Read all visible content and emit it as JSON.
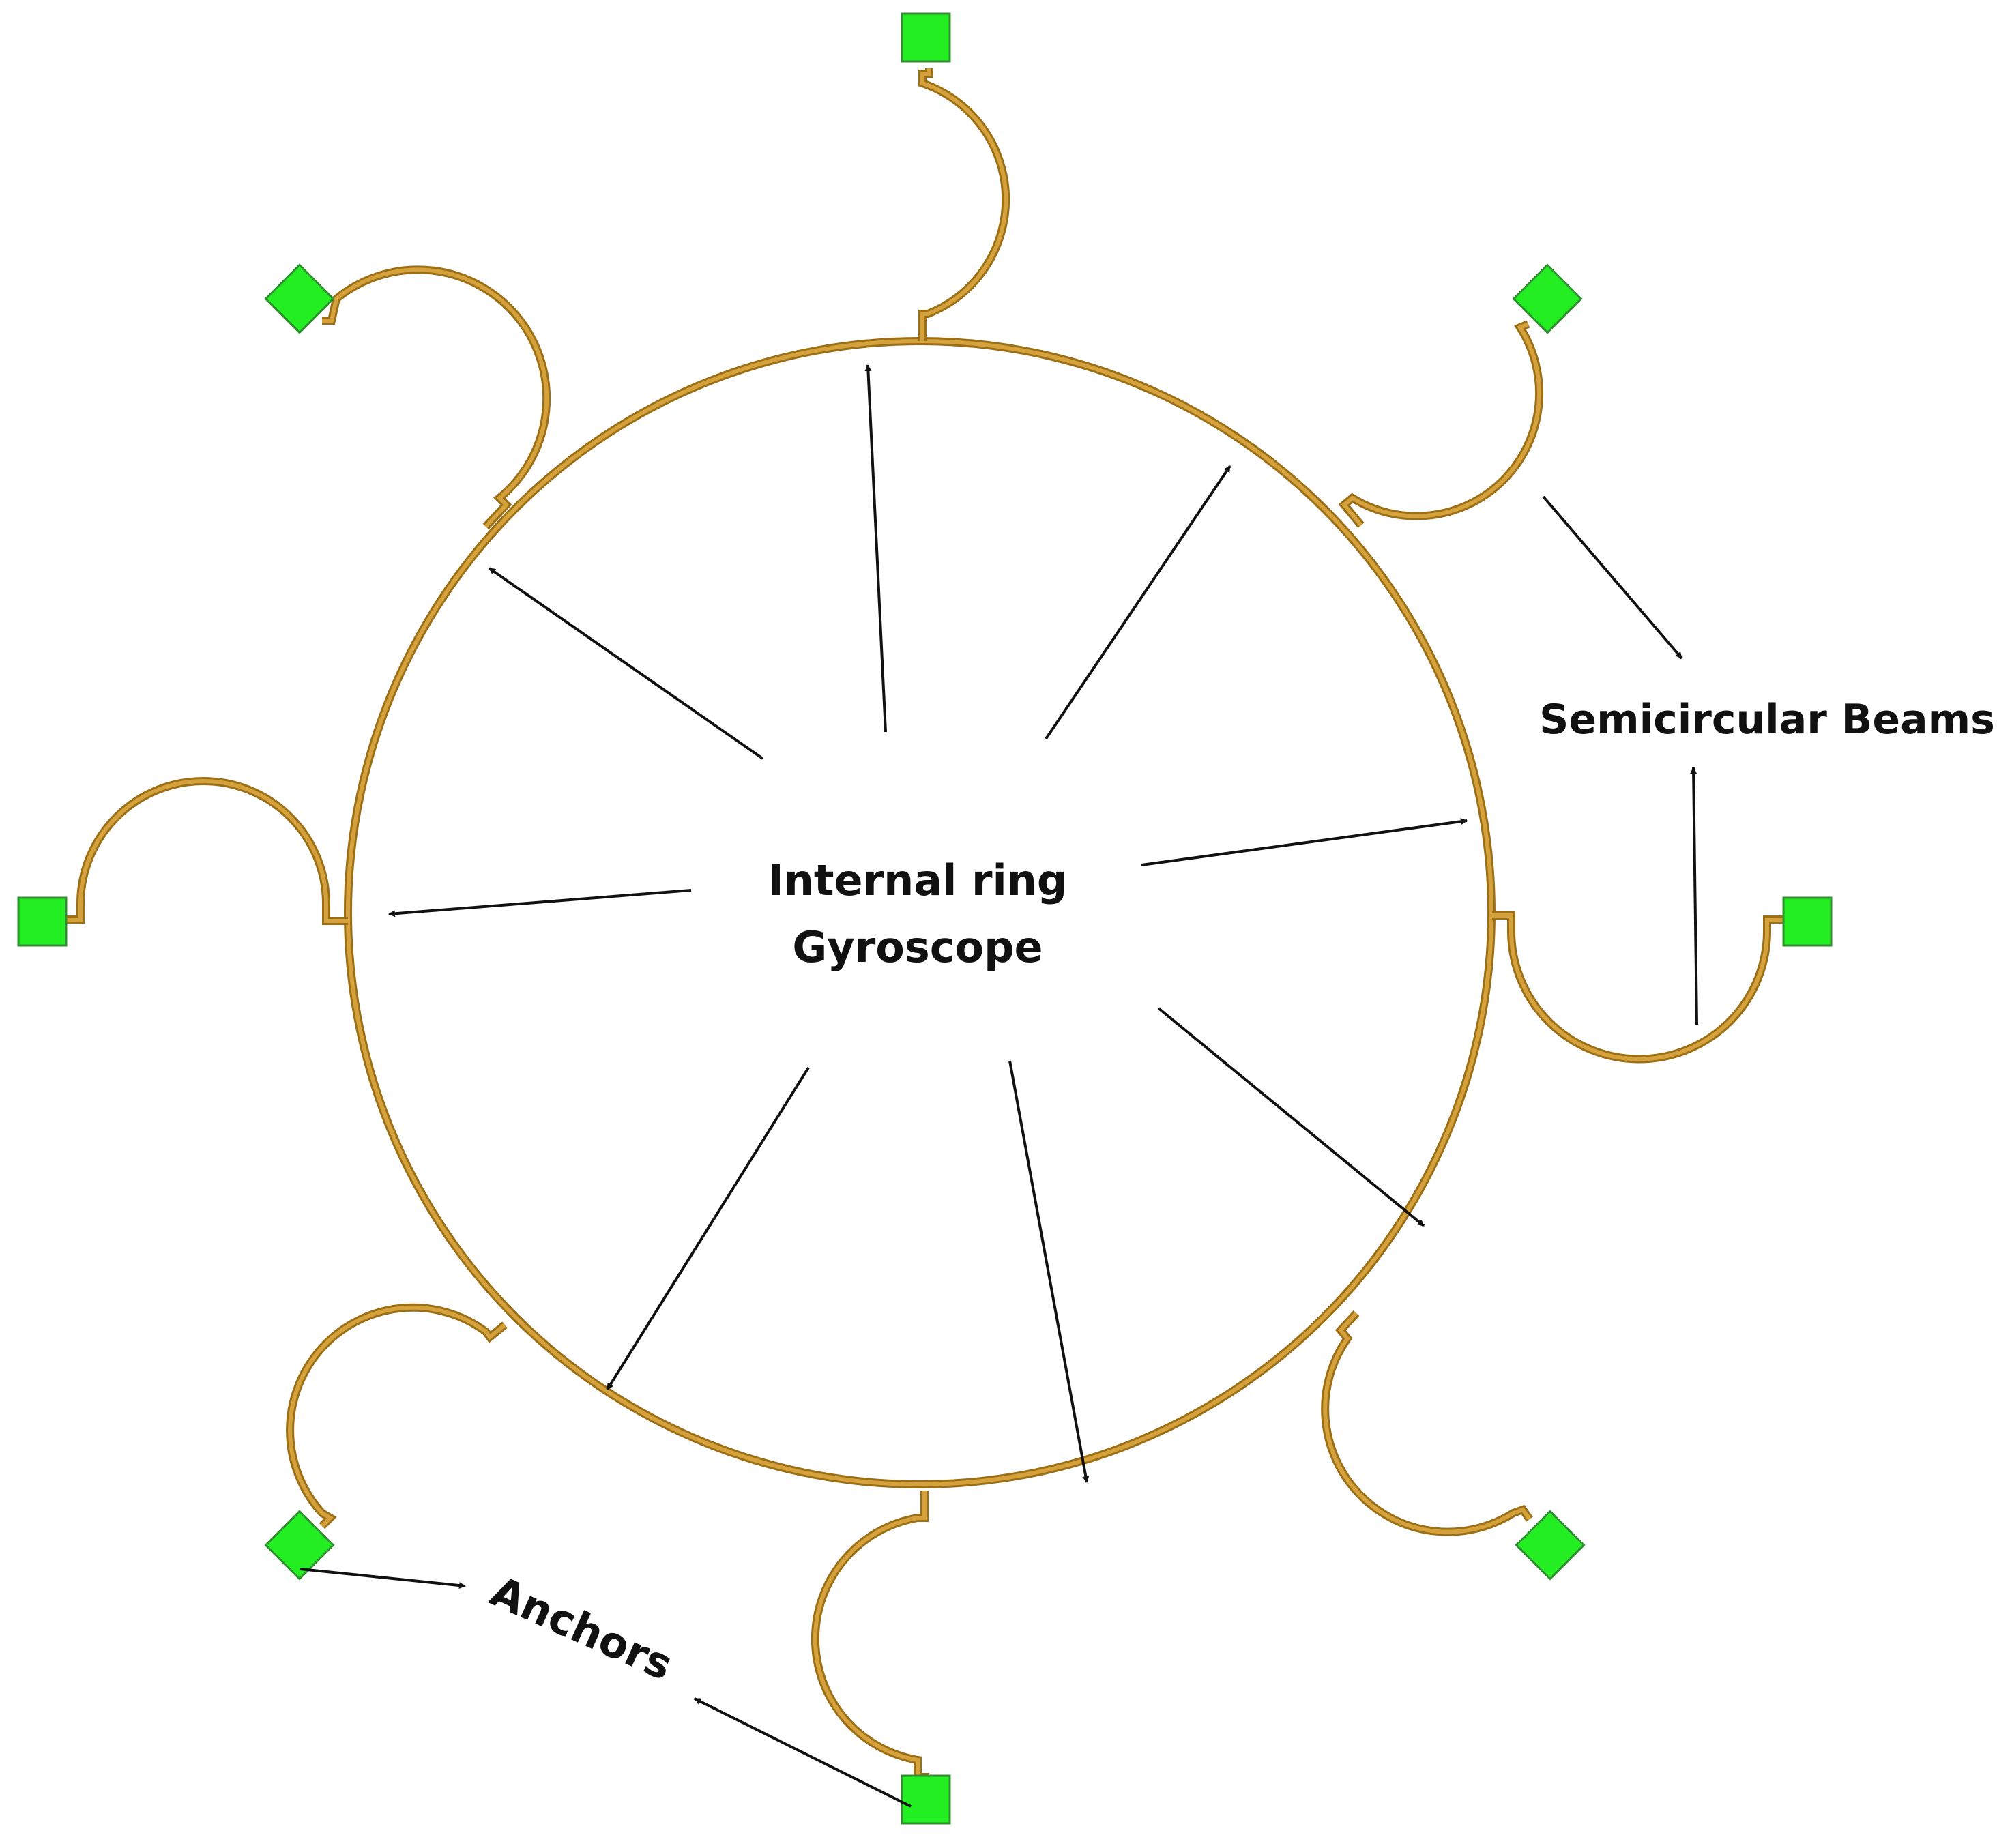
{
  "labels": {
    "center_line1": "Internal ring",
    "center_line2": "Gyroscope",
    "beams": "Semicircular Beams",
    "anchors": "Anchors"
  },
  "colors": {
    "ring": "#d4a13a",
    "ring_edge": "#9c6f17",
    "anchor_fill": "#22ee22",
    "arrow": "#111111"
  }
}
